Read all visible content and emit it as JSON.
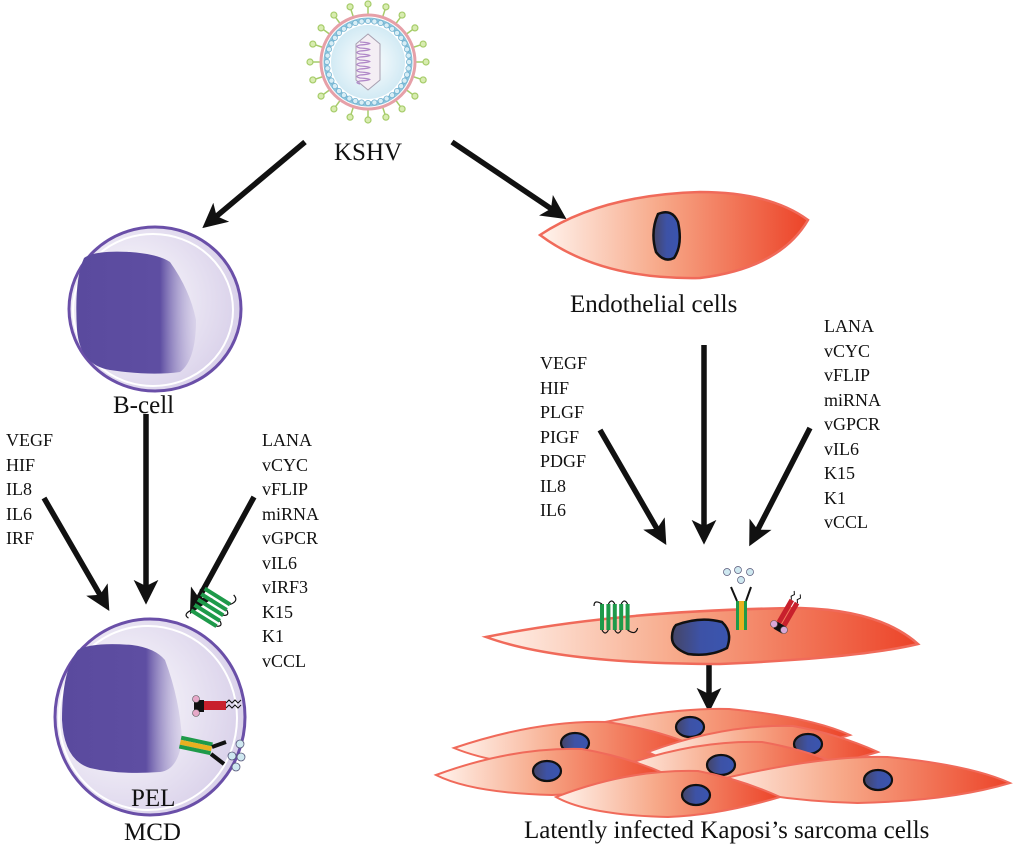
{
  "diagram": {
    "virus_label": "KSHV",
    "bcell_label": "B-cell",
    "endothelial_label": "Endothelial cells",
    "pel_label_line1": "PEL",
    "pel_label_line2": "MCD",
    "ks_label": "Latently infected  Kaposi’s sarcoma  cells",
    "bcell_host_factors": [
      "VEGF",
      "HIF",
      "IL8",
      "IL6",
      "IRF"
    ],
    "bcell_viral_factors": [
      "LANA",
      "vCYC",
      "vFLIP",
      "miRNA",
      "vGPCR",
      "vIL6",
      "vIRF3",
      "K15",
      "K1",
      "vCCL"
    ],
    "endo_host_factors": [
      "VEGF",
      "HIF",
      "PLGF",
      "PIGF",
      "PDGF",
      "IL8",
      "IL6"
    ],
    "endo_viral_factors": [
      "LANA",
      "vCYC",
      "vFLIP",
      "miRNA",
      "vGPCR",
      "vIL6",
      "K15",
      "K1",
      "vCCL"
    ],
    "colors": {
      "bcell_membrane": "#6a4fa8",
      "bcell_nucleus": "#5a4a9e",
      "bcell_cytoplasm": "#e2dcee",
      "endo_fill_light": "#fdeee6",
      "endo_fill_dark": "#ee4a2c",
      "endo_outline": "#f06a5a",
      "endo_nucleus": "#3a4ea0",
      "receptor_green": "#1e9a4a",
      "receptor_red": "#c8202c",
      "receptor_yellow": "#e8b020",
      "virus_spike": "#a6cc6a",
      "virus_envelope": "#e6a0a8",
      "virus_capsid": "#8cc4dc",
      "virus_dna": "#b088c8"
    }
  }
}
